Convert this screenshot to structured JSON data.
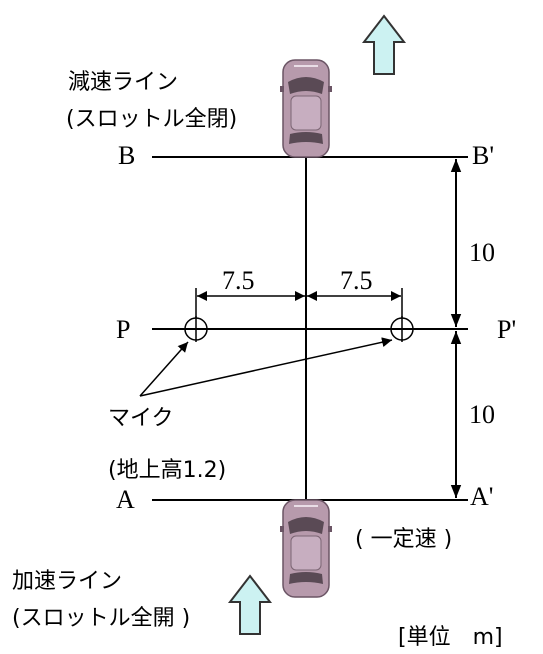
{
  "labels": {
    "decel_line": "減速ライン",
    "decel_note": "(スロットル全閉)",
    "accel_line": "加速ライン",
    "accel_note": "(スロットル全開 )",
    "b": "B",
    "b_prime": "B'",
    "p": "P",
    "p_prime": "P'",
    "a": "A",
    "a_prime": "A'",
    "mic": "マイク",
    "mic_note": "(地上高1.2)",
    "constant_speed": "( 一定速 )",
    "unit": "[単位　m]"
  },
  "dimensions": {
    "mic_left_offset": "7.5",
    "mic_right_offset": "7.5",
    "b_to_p": "10",
    "p_to_a": "10"
  },
  "colors": {
    "arrow_fill": "#ccf2f2",
    "arrow_stroke": "#333333",
    "car_body": "#b79aac",
    "car_window": "#5a4a55",
    "line": "#000000"
  },
  "icons": {
    "top_arrow": "up-arrow-icon",
    "bottom_arrow": "up-arrow-icon",
    "top_car": "car-icon",
    "bottom_car": "car-icon",
    "left_mic": "microphone-crosshair-icon",
    "right_mic": "microphone-crosshair-icon"
  }
}
